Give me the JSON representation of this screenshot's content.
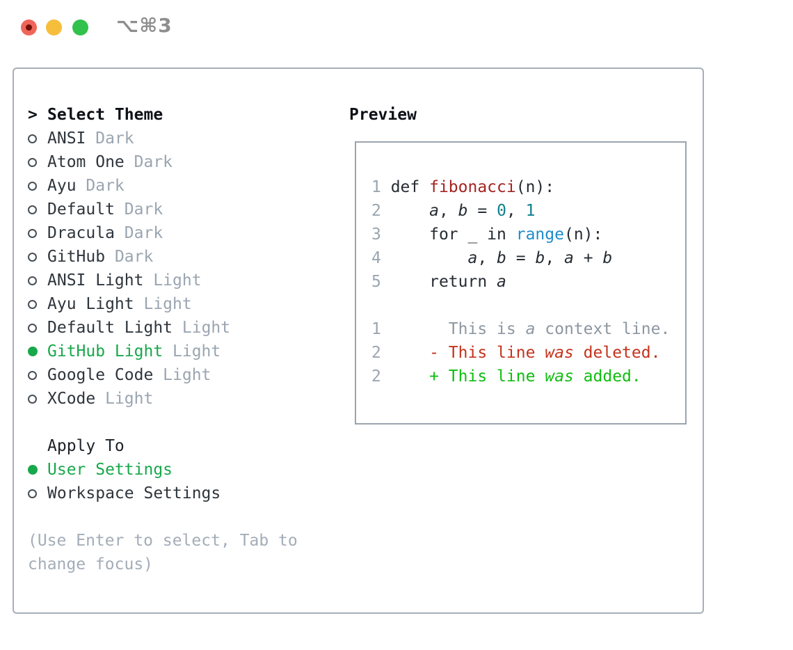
{
  "window": {
    "title": "⌥⌘3",
    "traffic_lights": [
      "close",
      "minimize",
      "zoom"
    ]
  },
  "colors": {
    "panel_border": "#a7afb8",
    "preview_border": "#9aa4ae",
    "text_dark": "#2e353c",
    "text_muted": "#9aa5b1",
    "hint_gray": "#a3adb8",
    "selected_green": "#17a84b",
    "func_red": "#a42421",
    "literal_teal": "#10808c",
    "builtin_blue": "#1f8ccc",
    "context_gray": "#8d97a1",
    "diff_deleted_red": "#c4331d",
    "diff_added_green": "#0fbe0f",
    "titlebar_red": "#ef655a",
    "titlebar_yellow": "#f6be3b",
    "titlebar_green": "#32c14c"
  },
  "theme_panel": {
    "header_marker": ">",
    "header": "Select Theme",
    "themes": [
      {
        "name": "ANSI",
        "variant": "Dark",
        "selected": false
      },
      {
        "name": "Atom One",
        "variant": "Dark",
        "selected": false
      },
      {
        "name": "Ayu",
        "variant": "Dark",
        "selected": false
      },
      {
        "name": "Default",
        "variant": "Dark",
        "selected": false
      },
      {
        "name": "Dracula",
        "variant": "Dark",
        "selected": false
      },
      {
        "name": "GitHub",
        "variant": "Dark",
        "selected": false
      },
      {
        "name": "ANSI Light",
        "variant": "Light",
        "selected": false
      },
      {
        "name": "Ayu Light",
        "variant": "Light",
        "selected": false
      },
      {
        "name": "Default Light",
        "variant": "Light",
        "selected": false
      },
      {
        "name": "GitHub Light",
        "variant": "Light",
        "selected": true
      },
      {
        "name": "Google Code",
        "variant": "Light",
        "selected": false
      },
      {
        "name": "XCode",
        "variant": "Light",
        "selected": false
      }
    ],
    "apply_to": {
      "header": "Apply To",
      "options": [
        {
          "label": "User Settings",
          "selected": true
        },
        {
          "label": "Workspace Settings",
          "selected": false
        }
      ]
    },
    "hint_lines": [
      "(Use Enter to select, Tab to",
      "change focus)"
    ]
  },
  "preview": {
    "title": "Preview",
    "lines": [
      {
        "n": "1",
        "s": [
          {
            "t": "def ",
            "c": "code"
          },
          {
            "t": "fibonacci",
            "c": "func"
          },
          {
            "t": "(n):",
            "c": "code"
          }
        ]
      },
      {
        "n": "2",
        "s": [
          {
            "t": "    ",
            "c": "code"
          },
          {
            "t": "a",
            "c": "code",
            "i": true
          },
          {
            "t": ", ",
            "c": "code"
          },
          {
            "t": "b",
            "c": "code",
            "i": true
          },
          {
            "t": " = ",
            "c": "code"
          },
          {
            "t": "0",
            "c": "lit"
          },
          {
            "t": ", ",
            "c": "code"
          },
          {
            "t": "1",
            "c": "lit"
          }
        ]
      },
      {
        "n": "3",
        "s": [
          {
            "t": "    for _ in ",
            "c": "code"
          },
          {
            "t": "range",
            "c": "blue"
          },
          {
            "t": "(n):",
            "c": "code"
          }
        ]
      },
      {
        "n": "4",
        "s": [
          {
            "t": "        ",
            "c": "code"
          },
          {
            "t": "a",
            "c": "code",
            "i": true
          },
          {
            "t": ", ",
            "c": "code"
          },
          {
            "t": "b",
            "c": "code",
            "i": true
          },
          {
            "t": " = ",
            "c": "code"
          },
          {
            "t": "b",
            "c": "code",
            "i": true
          },
          {
            "t": ", ",
            "c": "code"
          },
          {
            "t": "a",
            "c": "code",
            "i": true
          },
          {
            "t": " + ",
            "c": "code"
          },
          {
            "t": "b",
            "c": "code",
            "i": true
          }
        ]
      },
      {
        "n": "5",
        "s": [
          {
            "t": "    return ",
            "c": "code"
          },
          {
            "t": "a",
            "c": "code",
            "i": true
          }
        ]
      },
      {
        "s": []
      },
      {
        "n": "1",
        "s": [
          {
            "t": "      This is ",
            "c": "ctx"
          },
          {
            "t": "a",
            "c": "ctx",
            "i": true
          },
          {
            "t": " context line.",
            "c": "ctx"
          }
        ]
      },
      {
        "n": "2",
        "s": [
          {
            "t": "    - This line ",
            "c": "del"
          },
          {
            "t": "was",
            "c": "del",
            "i": true
          },
          {
            "t": " deleted.",
            "c": "del"
          }
        ]
      },
      {
        "n": "2",
        "s": [
          {
            "t": "    + This line ",
            "c": "add"
          },
          {
            "t": "was",
            "c": "add",
            "i": true
          },
          {
            "t": " added.",
            "c": "add"
          }
        ]
      }
    ]
  }
}
